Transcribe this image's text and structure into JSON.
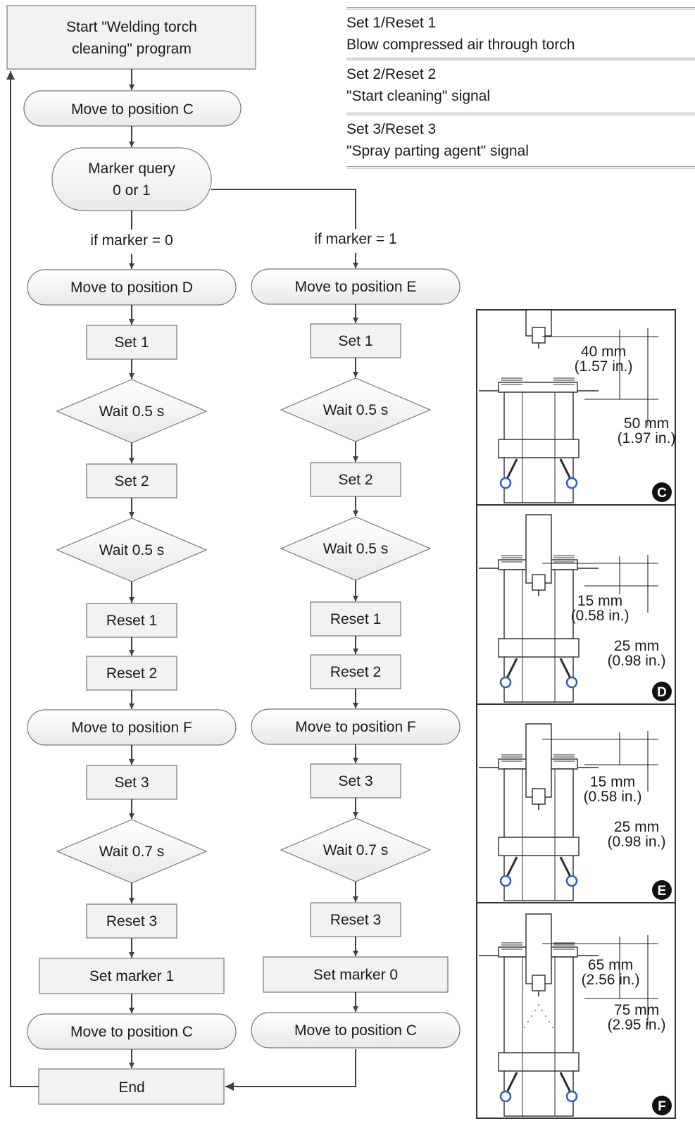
{
  "legend": [
    {
      "title": "Set 1/Reset 1",
      "desc": "Blow compressed air through torch"
    },
    {
      "title": "Set 2/Reset 2",
      "desc": "\"Start cleaning\" signal"
    },
    {
      "title": "Set 3/Reset 3",
      "desc": "\"Spray parting agent\" signal"
    }
  ],
  "flow": {
    "start_line1": "Start \"Welding torch",
    "start_line2": "cleaning\" program",
    "move_c_top": "Move to position C",
    "query_line1": "Marker query",
    "query_line2": "0 or 1",
    "branch_left": "if marker = 0",
    "branch_right": "if marker = 1",
    "end": "End",
    "left_steps": [
      "Move to position D",
      "Set 1",
      "Wait 0.5 s",
      "Set 2",
      "Wait 0.5 s",
      "Reset 1",
      "Reset 2",
      "Move to position F",
      "Set 3",
      "Wait 0.7 s",
      "Reset 3",
      "Set marker 1",
      "Move to position C"
    ],
    "right_steps": [
      "Move to position E",
      "Set 1",
      "Wait 0.5 s",
      "Set 2",
      "Wait 0.5 s",
      "Reset 1",
      "Reset 2",
      "Move to position F",
      "Set 3",
      "Wait 0.7 s",
      "Reset 3",
      "Set marker 0",
      "Move to position C"
    ]
  },
  "panels": [
    {
      "id": "C",
      "dim1": [
        "40 mm",
        "(1.57 in.)"
      ],
      "dim2": [
        "50 mm",
        "(1.97 in.)"
      ]
    },
    {
      "id": "D",
      "dim1": [
        "15 mm",
        "(0.58 in.)"
      ],
      "dim2": [
        "25 mm",
        "(0.98 in.)"
      ]
    },
    {
      "id": "E",
      "dim1": [
        "15 mm",
        "(0.58 in.)"
      ],
      "dim2": [
        "25 mm",
        "(0.98 in.)"
      ]
    },
    {
      "id": "F",
      "dim1": [
        "65 mm",
        "(2.56 in.)"
      ],
      "dim2": [
        "75 mm",
        "(2.95 in.)"
      ]
    }
  ],
  "colors": {
    "box_fill": "#f2f2f2",
    "box_stroke": "#777777",
    "arrow": "#404040",
    "nozzle_blue": "#2f5fb8",
    "badge": "#111111"
  }
}
